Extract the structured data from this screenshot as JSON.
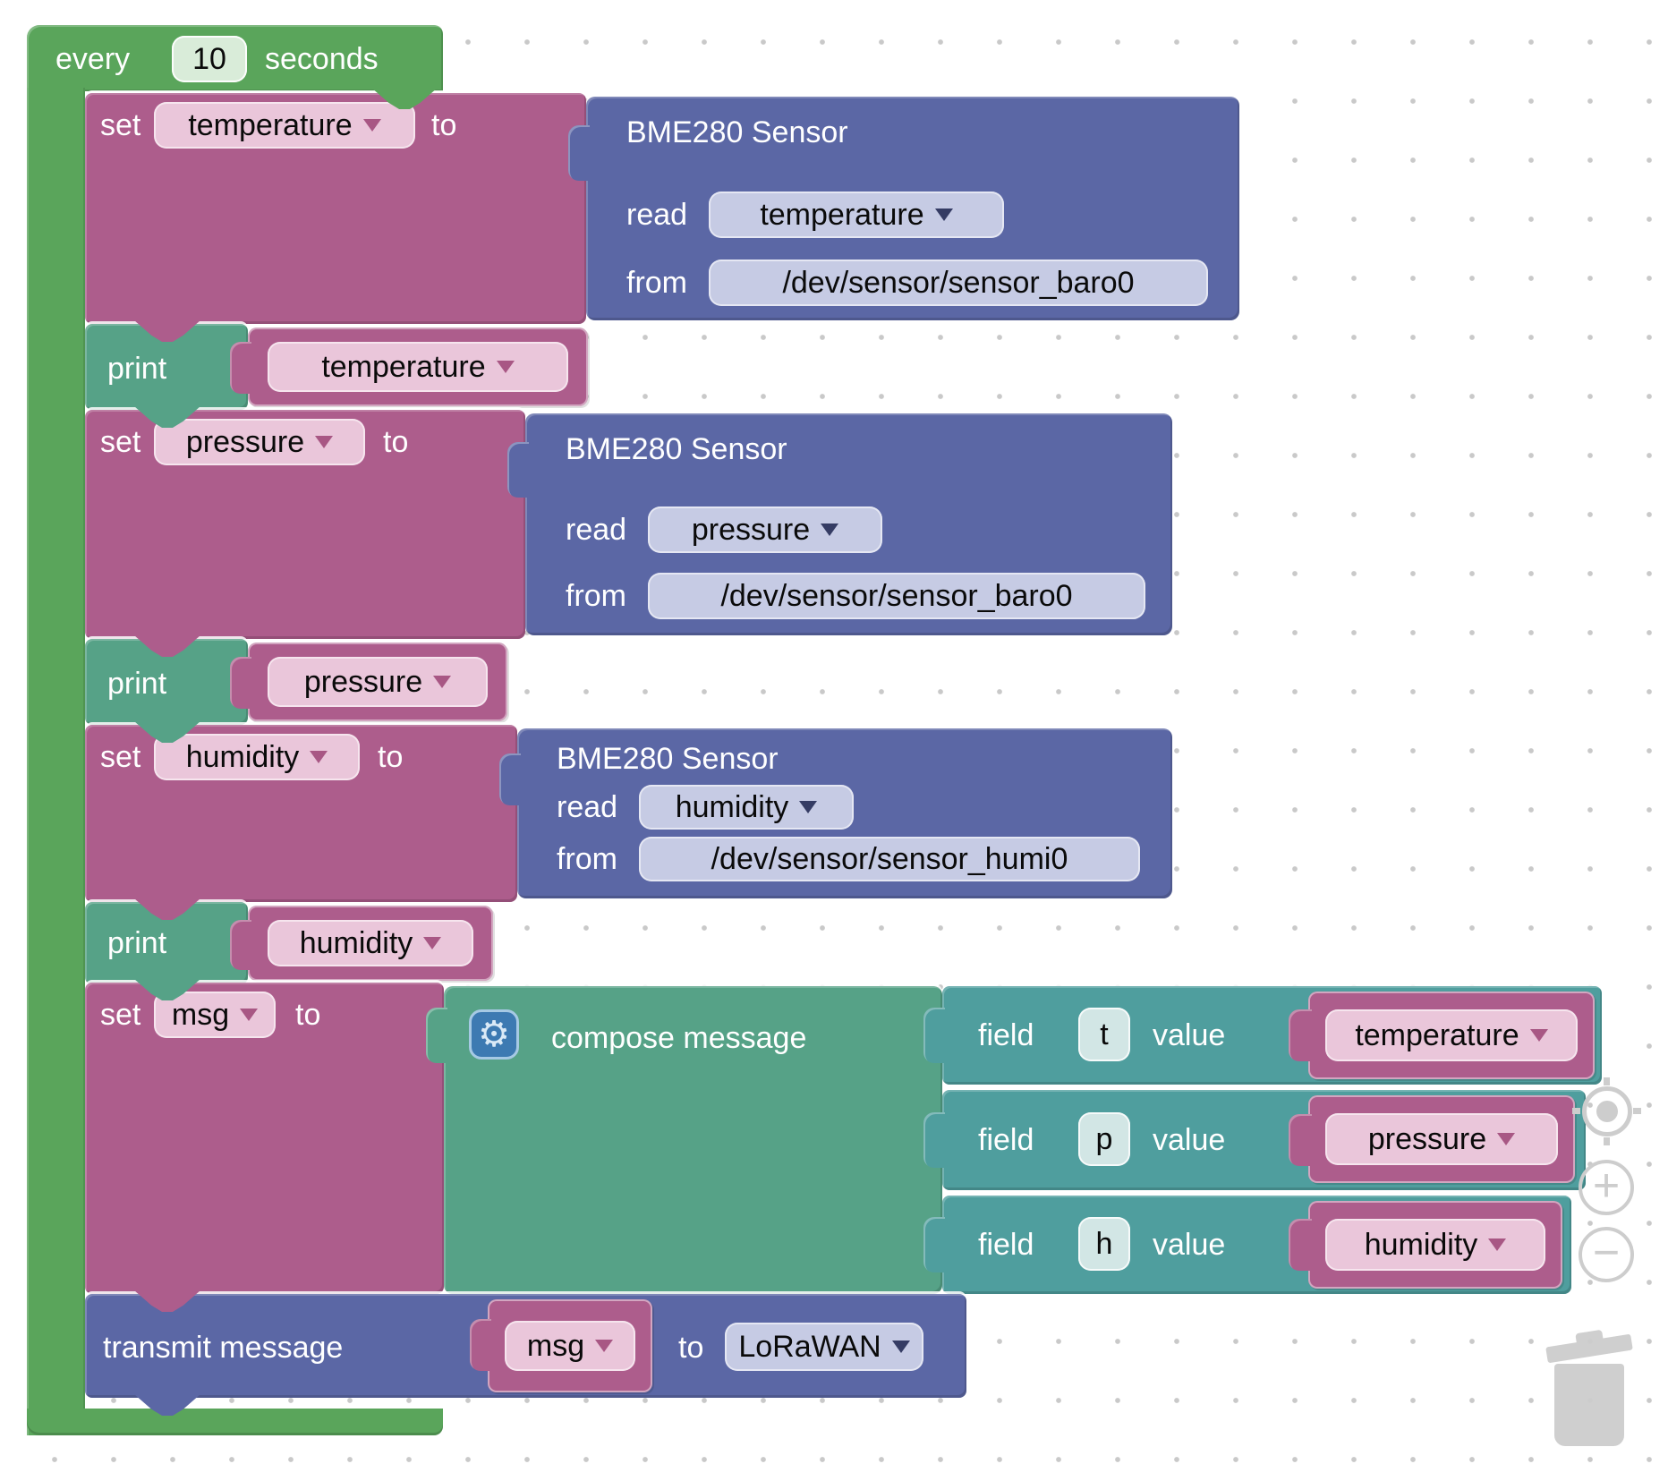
{
  "colors": {
    "loop_green": "#5aa55b",
    "variable_magenta": "#ad5d8c",
    "variable_pill_pink": "#eac6da",
    "sensor_blue": "#5b67a5",
    "sensor_pill_lavender": "#c6cbe4",
    "print_teal": "#56a287",
    "field_teal": "#4f9e9e",
    "control_gray": "#cdcdcd"
  },
  "every_block": {
    "prefix": "every",
    "interval": "10",
    "suffix": "seconds"
  },
  "sensor_rows": [
    {
      "set_label": "set",
      "variable": "temperature",
      "to_label": "to",
      "sensor_title": "BME280 Sensor",
      "read_label": "read",
      "read_property": "temperature",
      "from_label": "from",
      "device_path": "/dev/sensor/sensor_baro0"
    },
    {
      "set_label": "set",
      "variable": "pressure",
      "to_label": "to",
      "sensor_title": "BME280 Sensor",
      "read_label": "read",
      "read_property": "pressure",
      "from_label": "from",
      "device_path": "/dev/sensor/sensor_baro0"
    },
    {
      "set_label": "set",
      "variable": "humidity",
      "to_label": "to",
      "sensor_title": "BME280 Sensor",
      "read_label": "read",
      "read_property": "humidity",
      "from_label": "from",
      "device_path": "/dev/sensor/sensor_humi0"
    }
  ],
  "print_rows": [
    {
      "label": "print",
      "variable": "temperature"
    },
    {
      "label": "print",
      "variable": "pressure"
    },
    {
      "label": "print",
      "variable": "humidity"
    }
  ],
  "msg_row": {
    "set_label": "set",
    "variable": "msg",
    "to_label": "to"
  },
  "compose": {
    "label": "compose message",
    "gear_icon": "⚙",
    "fields": [
      {
        "label": "field",
        "name": "t",
        "value_label": "value",
        "variable": "temperature"
      },
      {
        "label": "field",
        "name": "p",
        "value_label": "value",
        "variable": "pressure"
      },
      {
        "label": "field",
        "name": "h",
        "value_label": "value",
        "variable": "humidity"
      }
    ]
  },
  "transmit": {
    "label": "transmit message",
    "variable": "msg",
    "to_label": "to",
    "target": "LoRaWAN"
  }
}
